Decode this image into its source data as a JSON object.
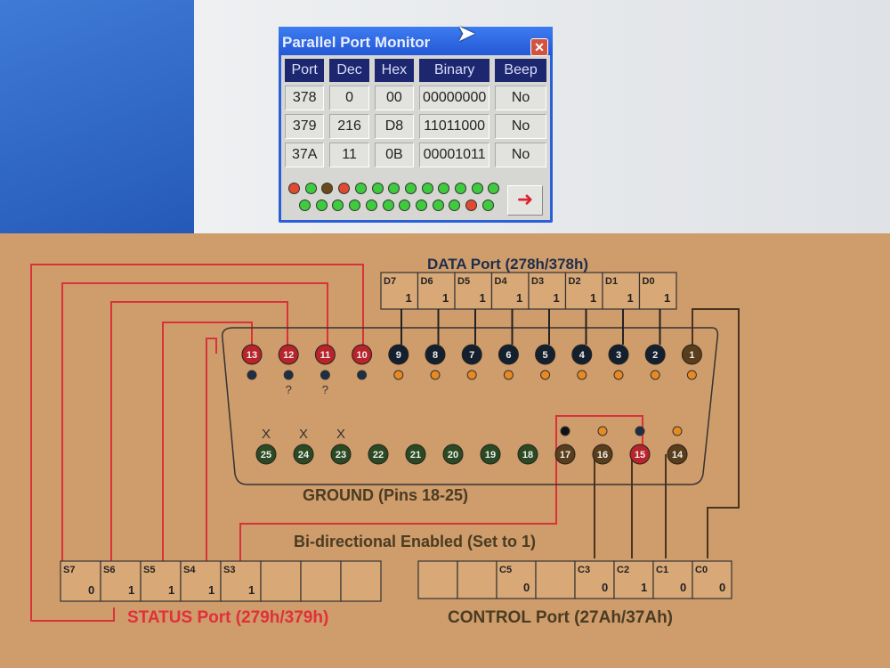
{
  "window": {
    "title": "Parallel Port Monitor",
    "close": "✕",
    "headers": [
      "Port",
      "Dec",
      "Hex",
      "Binary",
      "Beep"
    ],
    "rows": [
      [
        "378",
        "0",
        "00",
        "00000000",
        "No"
      ],
      [
        "379",
        "216",
        "D8",
        "11011000",
        "No"
      ],
      [
        "37A",
        "11",
        "0B",
        "00001011",
        "No"
      ]
    ],
    "leds_row1": [
      "#e04a30",
      "#3ecb3e",
      "#6a4a1a",
      "#e04a30",
      "#3ecb3e",
      "#3ecb3e",
      "#3ecb3e",
      "#3ecb3e",
      "#3ecb3e",
      "#3ecb3e",
      "#3ecb3e",
      "#3ecb3e",
      "#3ecb3e"
    ],
    "leds_row2": [
      "#3ecb3e",
      "#3ecb3e",
      "#3ecb3e",
      "#3ecb3e",
      "#3ecb3e",
      "#3ecb3e",
      "#3ecb3e",
      "#3ecb3e",
      "#3ecb3e",
      "#3ecb3e",
      "#e04a30",
      "#3ecb3e"
    ],
    "arrow": "➜"
  },
  "diagram": {
    "data_title": "DATA Port (278h/378h)",
    "data_bits": [
      [
        "D7",
        "1"
      ],
      [
        "D6",
        "1"
      ],
      [
        "D5",
        "1"
      ],
      [
        "D4",
        "1"
      ],
      [
        "D3",
        "1"
      ],
      [
        "D2",
        "1"
      ],
      [
        "D1",
        "1"
      ],
      [
        "D0",
        "1"
      ]
    ],
    "top_pins": [
      [
        "13",
        "#b8242a"
      ],
      [
        "12",
        "#b8242a"
      ],
      [
        "11",
        "#b8242a"
      ],
      [
        "10",
        "#b8242a"
      ],
      [
        "9",
        "#15202e"
      ],
      [
        "8",
        "#15202e"
      ],
      [
        "7",
        "#15202e"
      ],
      [
        "6",
        "#15202e"
      ],
      [
        "5",
        "#15202e"
      ],
      [
        "4",
        "#15202e"
      ],
      [
        "3",
        "#15202e"
      ],
      [
        "2",
        "#15202e"
      ],
      [
        "1",
        "#5a3d1a"
      ]
    ],
    "bottom_pins": [
      [
        "25",
        "#2b4a22"
      ],
      [
        "24",
        "#2b4a22"
      ],
      [
        "23",
        "#2b4a22"
      ],
      [
        "22",
        "#2b4a22"
      ],
      [
        "21",
        "#2b4a22"
      ],
      [
        "20",
        "#2b4a22"
      ],
      [
        "19",
        "#2b4a22"
      ],
      [
        "18",
        "#2b4a22"
      ],
      [
        "17",
        "#5a3d1a"
      ],
      [
        "16",
        "#5a3d1a"
      ],
      [
        "15",
        "#b8242a"
      ],
      [
        "14",
        "#5a3d1a"
      ]
    ],
    "ground_label": "GROUND (Pins 18-25)",
    "bidir_label": "Bi-directional Enabled (Set to 1)",
    "status_bits": [
      [
        "S7",
        "0"
      ],
      [
        "S6",
        "1"
      ],
      [
        "S5",
        "1"
      ],
      [
        "S4",
        "1"
      ],
      [
        "S3",
        "1"
      ],
      [
        "",
        ""
      ],
      [
        "",
        ""
      ],
      [
        "",
        ""
      ]
    ],
    "control_bits": [
      [
        "",
        ""
      ],
      [
        "",
        ""
      ],
      [
        "C5",
        "0"
      ],
      [
        "",
        ""
      ],
      [
        "C3",
        "0"
      ],
      [
        "C2",
        "1"
      ],
      [
        "C1",
        "0"
      ],
      [
        "C0",
        "0"
      ]
    ],
    "status_title": "STATUS Port (279h/379h)",
    "control_title": "CONTROL Port (27Ah/37Ah)",
    "x_mark": "X",
    "q_mark": "?"
  }
}
